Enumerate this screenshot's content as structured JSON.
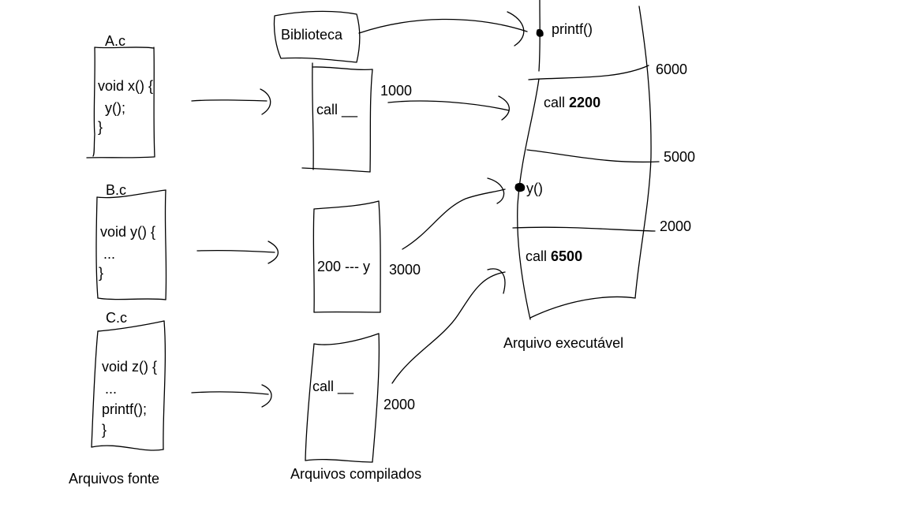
{
  "sources": {
    "a": {
      "name": "A.c",
      "lines": [
        "void x() {",
        "y();",
        "}"
      ]
    },
    "b": {
      "name": "B.c",
      "lines": [
        "void y() {",
        "...",
        "}"
      ]
    },
    "c": {
      "name": "C.c",
      "lines": [
        "void z() {",
        "...",
        "printf();",
        "}"
      ]
    },
    "caption": "Arquivos fonte"
  },
  "library": {
    "label": "Biblioteca"
  },
  "compiled": {
    "a": {
      "text": "call __",
      "size": "1000"
    },
    "b": {
      "text": "200 --- y",
      "size": "3000"
    },
    "c": {
      "text": "call __",
      "size": "2000"
    },
    "caption": "Arquivos compilados"
  },
  "executable": {
    "printf_label": "printf()",
    "addr_6000": "6000",
    "seg1_call": "call",
    "seg1_addr": "2200",
    "addr_5000": "5000",
    "y_label": "y()",
    "addr_2000": "2000",
    "seg3_call": "call",
    "seg3_addr": "6500",
    "caption": "Arquivo executável"
  }
}
